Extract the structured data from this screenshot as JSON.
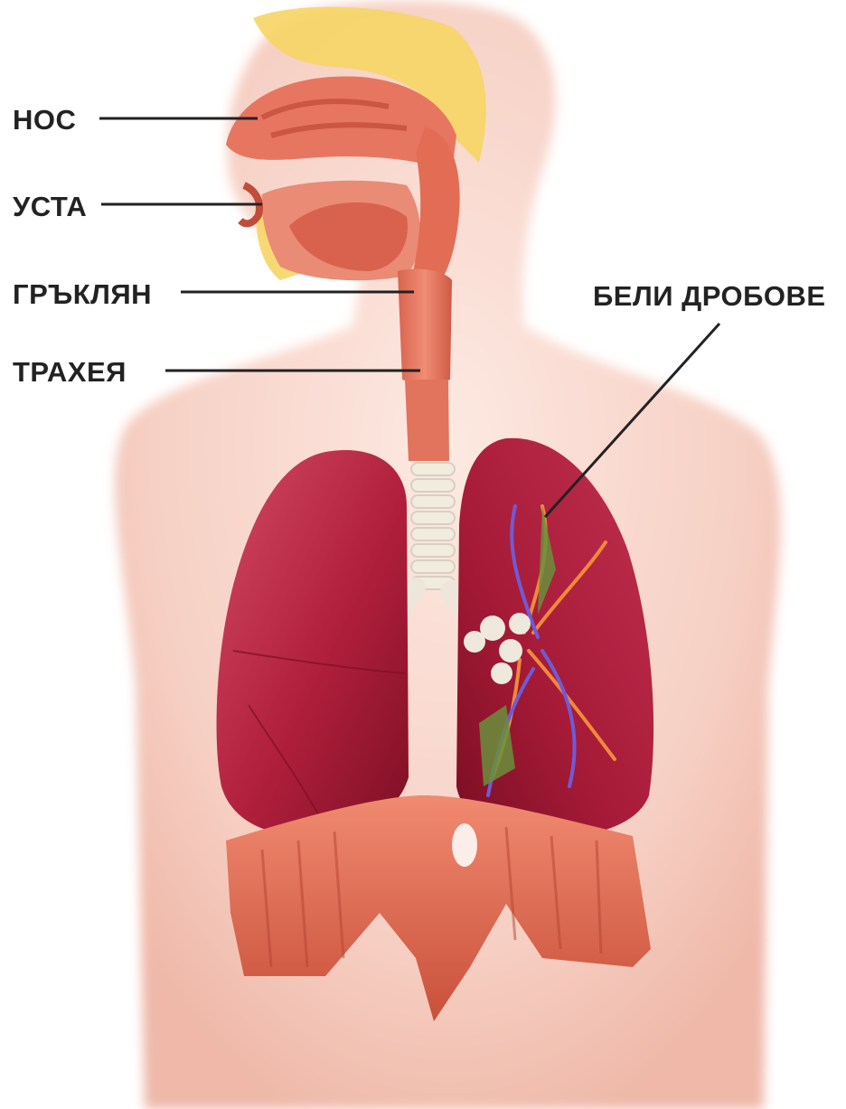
{
  "labels": {
    "nose": "НОС",
    "mouth": "УСТА",
    "larynx": "ГРЪКЛЯН",
    "trachea": "ТРАХЕЯ",
    "lungs": "БЕЛИ ДРОБОВЕ"
  },
  "colors": {
    "skin": "#f4c7ba",
    "skin_dark": "#e6a394",
    "lung": "#b8203e",
    "lung_dark": "#8e1228",
    "muscle": "#dd6a50",
    "cartilage": "#eee8dc",
    "bone": "#f6d565",
    "leader": "#222222"
  }
}
